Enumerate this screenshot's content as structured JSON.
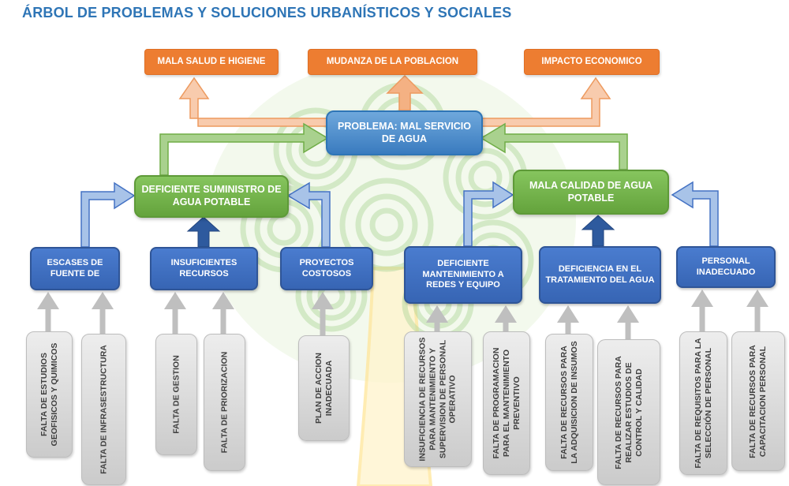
{
  "title": "ÁRBOL DE PROBLEMAS Y SOLUCIONES URBANÍSTICOS Y SOCIALES",
  "colors": {
    "title_text": "#2E75B6",
    "effect_box": "#ED7D31",
    "problem_box": "#4A8BC9",
    "main_cause_box": "#70AD47",
    "sub_cause_box": "#4472C4",
    "root_cause_box": "#D9D9D9",
    "effect_arrow": "#F4B183",
    "cause_arrow": "#A9D18E",
    "sub_cause_arrow_light": "#A8C3E8",
    "sub_cause_arrow_dark": "#2E5A9E",
    "root_arrow": "#BFBFBF"
  },
  "effects": [
    {
      "label": "MALA SALUD E HIGIENE"
    },
    {
      "label": "MUDANZA DE LA POBLACION"
    },
    {
      "label": "IMPACTO ECONOMICO"
    }
  ],
  "problem": {
    "label": "PROBLEMA: MAL SERVICIO DE AGUA"
  },
  "main_causes": [
    {
      "label": "DEFICIENTE SUMINISTRO DE AGUA POTABLE"
    },
    {
      "label": "MALA CALIDAD DE AGUA POTABLE"
    }
  ],
  "sub_causes": [
    {
      "label": "ESCASES DE FUENTE DE"
    },
    {
      "label": "INSUFICIENTES RECURSOS"
    },
    {
      "label": "PROYECTOS COSTOSOS"
    },
    {
      "label": "DEFICIENTE MANTENIMIENTO A REDES Y EQUIPO"
    },
    {
      "label": "DEFICIENCIA EN EL TRATAMIENTO DEL AGUA"
    },
    {
      "label": "PERSONAL INADECUADO"
    }
  ],
  "root_causes": [
    {
      "label": "FALTA DE ESTUDIOS GEOFISICOS Y QUIMICOS"
    },
    {
      "label": "FALTA DE INFRASESTRUCTURA"
    },
    {
      "label": "FALTA DE GESTION"
    },
    {
      "label": "FALTA DE PRIORIZACION"
    },
    {
      "label": "PLAN DE ACCION INADECUADA"
    },
    {
      "label": "INSUFICIENCIA DE RECURSOS PARA MANTENIMIENTO Y SUPERVISION DE PERSONAL OPERATIVO"
    },
    {
      "label": "FALTA DE PROGRAMACION PARA EL MANTENIMIENTO PREVENTIVO"
    },
    {
      "label": "FALTA DE RECURSOS PARA LA ADQUISICION DE INSUMOS"
    },
    {
      "label": "FALTA DE RECURSOS PARA REALIZAR ESTUDIOS DE CONTROL Y CALIDAD"
    },
    {
      "label": "FALTA DE REQUISITOS PARA LA SELECCIÓN DE PERSONAL"
    },
    {
      "label": "FALTA DE RECURSOS PARA CAPACITACION PERSONAL"
    }
  ]
}
